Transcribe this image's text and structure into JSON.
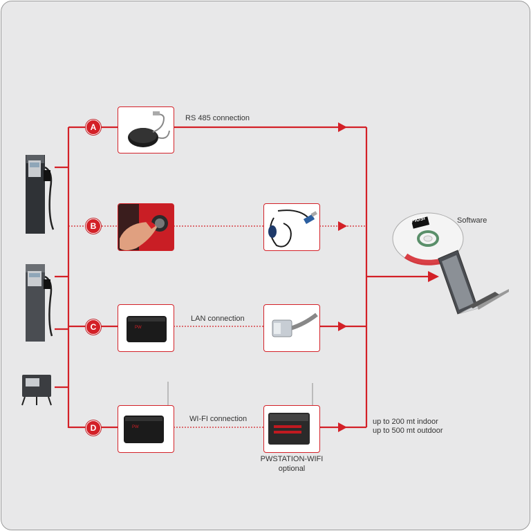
{
  "colors": {
    "accent": "#d32027",
    "background": "#e8e8e9"
  },
  "badges": [
    "A",
    "B",
    "C",
    "D"
  ],
  "connections": {
    "rs485": "RS 485 connection",
    "lan": "LAN connection",
    "wifi": "WI-FI connection"
  },
  "software_label": "Software",
  "cd_brand": "PIUSI",
  "pwstation": {
    "name": "PWSTATION-WIFI",
    "note": "optional"
  },
  "range": {
    "indoor": "up to 200 mt indoor",
    "outdoor": "up to 500 mt outdoor"
  },
  "icons": [
    "fuel-dispenser-icon",
    "usb-converter-icon",
    "key-reader-icon",
    "usb-cable-icon",
    "network-box-icon",
    "rj45-cable-icon",
    "wifi-box-icon",
    "antenna-icon",
    "cd-disc-icon",
    "laptop-icon"
  ]
}
